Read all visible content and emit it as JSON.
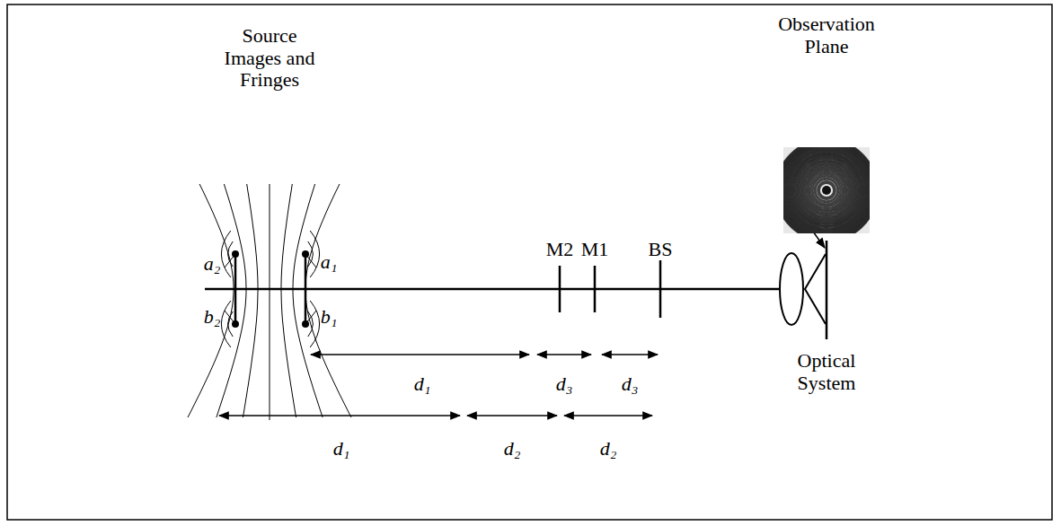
{
  "diagram": {
    "labels": [
      "Source Images and Fringes",
      "Observation Plane",
      "M2",
      "M1",
      "BS",
      "a₂",
      "a₁",
      "b₂",
      "b₁",
      "Optical System",
      "d₁",
      "d₃",
      "d₃",
      "d₁",
      "d₂",
      "d₂"
    ]
  }
}
